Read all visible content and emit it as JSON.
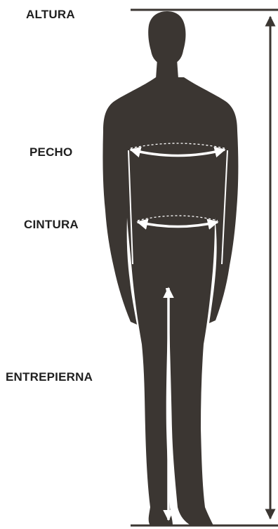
{
  "labels": {
    "height": "ALTURA",
    "chest": "PECHO",
    "waist": "CINTURA",
    "inseam": "ENTREPIERNA"
  },
  "icons": {
    "figure": "male-body-silhouette-icon",
    "height_arrow": "double-arrow-vertical-icon",
    "chest_arrow": "double-arrow-horizontal-icon",
    "waist_arrow": "double-arrow-horizontal-icon",
    "inseam_arrow": "double-arrow-vertical-icon"
  },
  "colors": {
    "silhouette": "#3b3632",
    "measure_lines": "#3b3632",
    "body_arrows": "#ffffff",
    "label_text": "#1f1f1f",
    "background": "#ffffff"
  }
}
